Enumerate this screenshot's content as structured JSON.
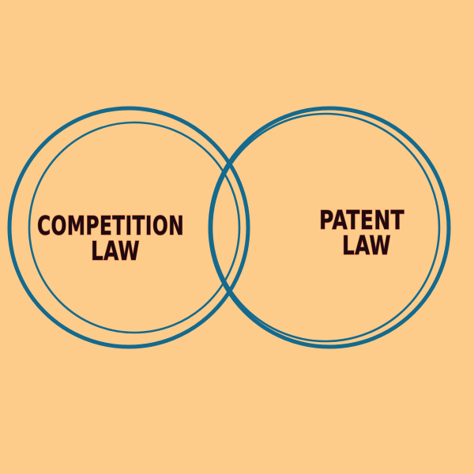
{
  "diagram": {
    "background_color": "#FDCB8A",
    "ring_color": "#146A8E",
    "text_color": "#1F0A10",
    "sets": [
      {
        "id": "left",
        "lines": [
          "COMPETITION",
          "LAW"
        ]
      },
      {
        "id": "right",
        "lines": [
          "PATENT",
          "LAW"
        ]
      }
    ]
  }
}
